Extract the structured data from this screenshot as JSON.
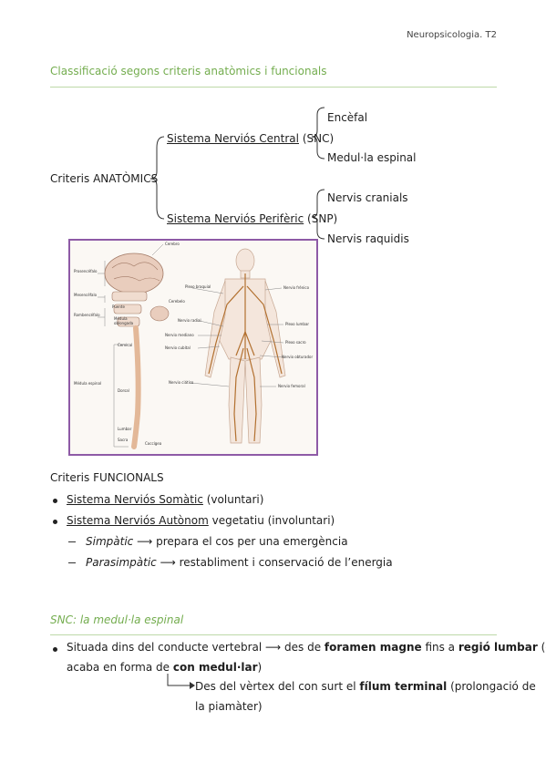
{
  "header": {
    "running_title": "Neuropsicologia. T2"
  },
  "section1": {
    "title": "Classificació segons criteris anatòmics i funcionals",
    "anatomic": {
      "label": "Criteris ANATÒMICS",
      "snc": {
        "name": "Sistema Nerviós Central",
        "abbr": "(SNC)",
        "children": [
          "Encèfal",
          "Medul·la espinal"
        ]
      },
      "snp": {
        "name": "Sistema Nerviós Perifèric",
        "abbr": "(SNP)",
        "children": [
          "Nervis cranials",
          "Nervis raquidis"
        ]
      }
    },
    "figure": {
      "left_labels": [
        "Prosencéfalo",
        "Mesencéfalo",
        "Rombencéfalo",
        "Médula espinal"
      ],
      "brain_labels": [
        "Cerebro",
        "Puente",
        "Médula oblongada",
        "Cerebelo"
      ],
      "spine_labels": [
        "Cervical",
        "Dorsal",
        "Lumbar",
        "Sacra",
        "Coccígea"
      ],
      "body_left_labels": [
        "Plexo braquial",
        "Nervio radial",
        "Nervio mediano",
        "Nervio cubital",
        "Nervio ciático"
      ],
      "body_right_labels": [
        "Nervio frénico",
        "Plexo lumbar",
        "Plexo sacro",
        "Nervio obturador",
        "Nervio femoral"
      ]
    },
    "functional": {
      "label": "Criteris FUNCIONALS",
      "items": [
        {
          "name": "Sistema Nerviós Somàtic",
          "rest": " (voluntari)"
        },
        {
          "name": "Sistema Nerviós Autònom",
          "rest": " vegetatiu (involuntari)"
        }
      ],
      "sub": [
        {
          "term": "Simpàtic",
          "rest": " ⟶ prepara el cos per una emergència"
        },
        {
          "term": "Parasimpàtic",
          "rest": " ⟶ restabliment i conservació de l’energia"
        }
      ]
    }
  },
  "section2": {
    "title": "SNC: la medul·la espinal",
    "bullet": {
      "t1": "Situada dins del conducte vertebral ⟶ des de ",
      "b1": "foramen magne",
      "t2": " fins a ",
      "b2": "regió lumbar",
      "t3": " (on",
      "t4": "acaba en forma de ",
      "b3": "con medul·lar",
      "t5": ")"
    },
    "arrow_text": {
      "t1": "Des del vèrtex del con surt el ",
      "b1": "fílum terminal",
      "t2": " (prolongació de",
      "t3": "la piamàter)"
    }
  }
}
